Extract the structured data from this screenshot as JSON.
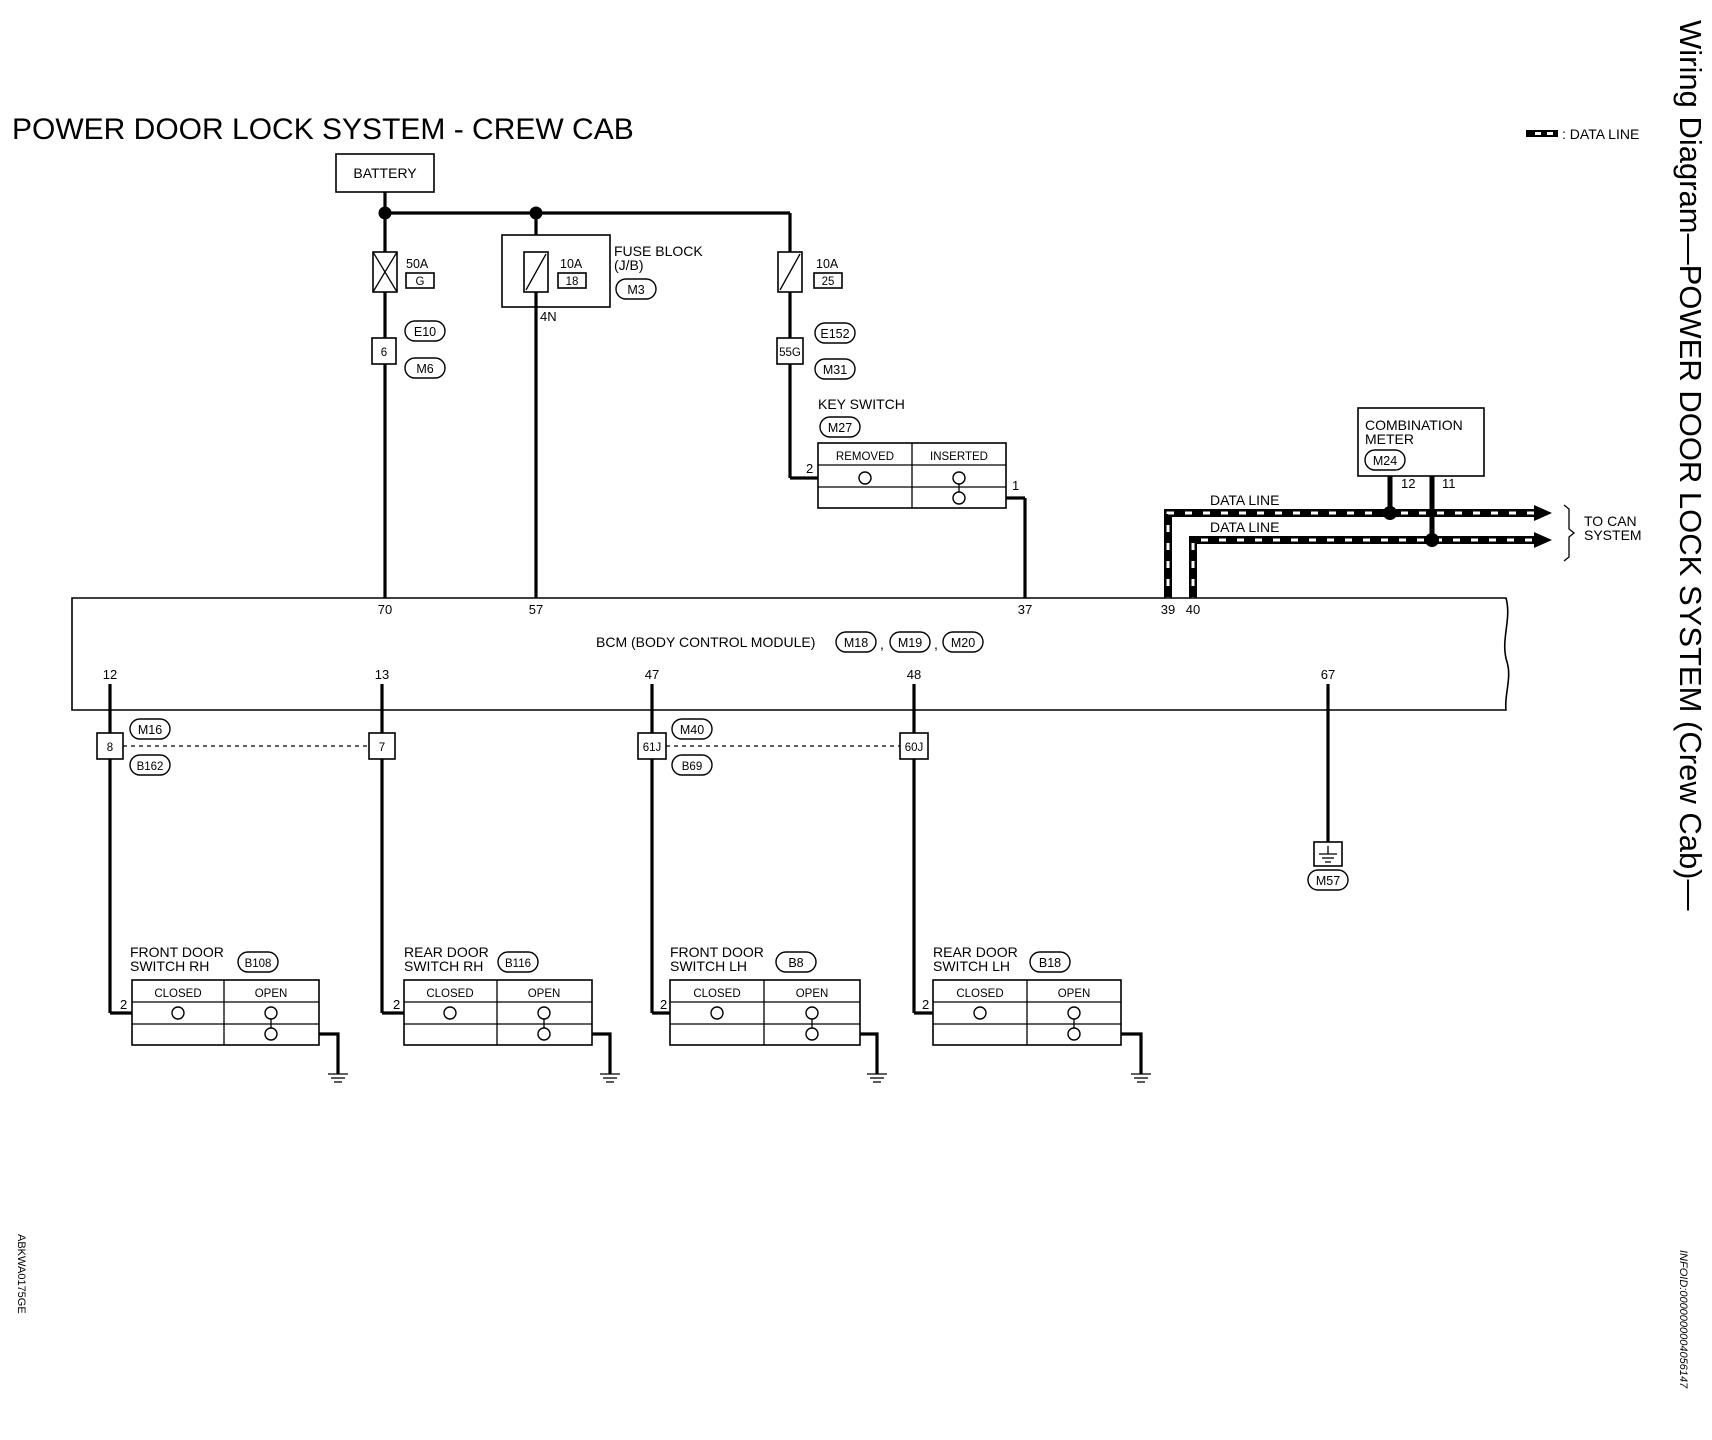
{
  "title": "POWER DOOR LOCK SYSTEM - CREW CAB",
  "side_title": "Wiring Diagram—POWER DOOR LOCK SYSTEM (Crew Cab)—",
  "legend": {
    "label": ": DATA LINE"
  },
  "footer_left": "ABKWA0175GE",
  "footer_right": "INFOID:0000000004056147",
  "battery": "BATTERY",
  "fuses": {
    "f1": {
      "rating": "50A",
      "id": "G"
    },
    "f2": {
      "rating": "10A",
      "id": "18"
    },
    "f3": {
      "rating": "10A",
      "id": "25"
    }
  },
  "fuse_block": {
    "label1": "FUSE BLOCK",
    "label2": "(J/B)",
    "connector": "M3",
    "pin": "4N"
  },
  "joint1": {
    "pin": "6",
    "top": "E10",
    "bottom": "M6"
  },
  "joint2": {
    "pin": "55G",
    "top": "E152",
    "bottom": "M31"
  },
  "key_switch": {
    "label": "KEY SWITCH",
    "connector": "M27",
    "col1": "REMOVED",
    "col2": "INSERTED",
    "pin_in": "2",
    "pin_out": "1"
  },
  "combination_meter": {
    "label1": "COMBINATION",
    "label2": "METER",
    "connector": "M24",
    "pin_a": "12",
    "pin_b": "11"
  },
  "data_lines": {
    "line1": "DATA LINE",
    "line2": "DATA LINE",
    "to1": "TO CAN",
    "to2": "SYSTEM"
  },
  "bcm": {
    "label": "BCM (BODY CONTROL MODULE)",
    "connectors": [
      "M18",
      "M19",
      "M20"
    ],
    "top_pins": [
      "70",
      "57",
      "37",
      "39",
      "40"
    ],
    "bottom_pins": [
      "12",
      "13",
      "47",
      "48",
      "67"
    ]
  },
  "joints_bottom": {
    "j1": {
      "pin": "8",
      "top": "M16",
      "bottom": "B162"
    },
    "j2": {
      "pin": "7"
    },
    "j3": {
      "pin": "61J",
      "top": "M40",
      "bottom": "B69"
    },
    "j4": {
      "pin": "60J"
    }
  },
  "ground": {
    "connector": "M57"
  },
  "door_switches": [
    {
      "line1": "FRONT DOOR",
      "line2": "SWITCH RH",
      "connector": "B108",
      "col1": "CLOSED",
      "col2": "OPEN",
      "pin": "2"
    },
    {
      "line1": "REAR DOOR",
      "line2": "SWITCH RH",
      "connector": "B116",
      "col1": "CLOSED",
      "col2": "OPEN",
      "pin": "2"
    },
    {
      "line1": "FRONT DOOR",
      "line2": "SWITCH LH",
      "connector": "B8",
      "col1": "CLOSED",
      "col2": "OPEN",
      "pin": "2"
    },
    {
      "line1": "REAR DOOR",
      "line2": "SWITCH LH",
      "connector": "B18",
      "col1": "CLOSED",
      "col2": "OPEN",
      "pin": "2"
    }
  ]
}
